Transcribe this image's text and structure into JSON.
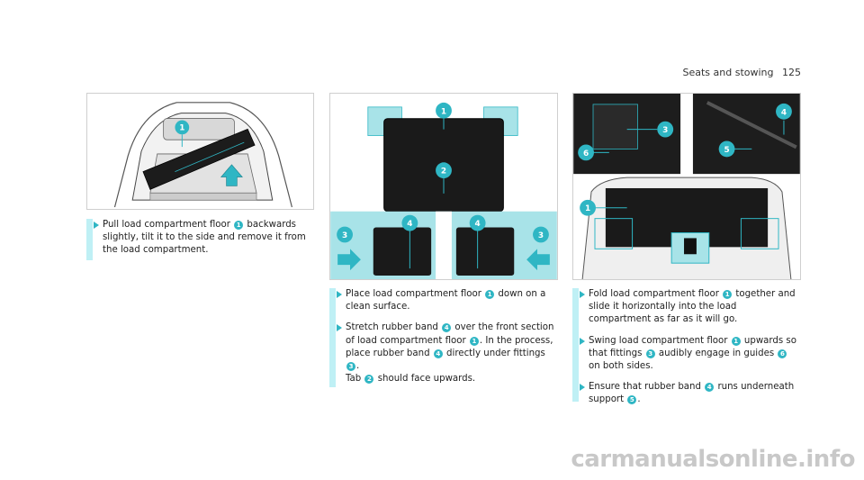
{
  "header": {
    "section": "Seats and stowing",
    "page": "125"
  },
  "figures": {
    "left": {
      "callouts": [
        "1"
      ]
    },
    "middle": {
      "callouts": [
        "1",
        "2",
        "3",
        "4",
        "4",
        "3"
      ]
    },
    "right": {
      "callouts": [
        "4",
        "3",
        "6",
        "5",
        "1"
      ]
    }
  },
  "columns": [
    {
      "steps": [
        {
          "parts": [
            {
              "t": "Pull load compartment floor "
            },
            {
              "n": "1"
            },
            {
              "t": " backwards slightly, tilt it to the side and remove it from the load compartment."
            }
          ]
        }
      ]
    },
    {
      "steps": [
        {
          "parts": [
            {
              "t": "Place load compartment floor "
            },
            {
              "n": "1"
            },
            {
              "t": " down on a clean surface."
            }
          ]
        },
        {
          "parts": [
            {
              "t": "Stretch rubber band "
            },
            {
              "n": "4"
            },
            {
              "t": " over the front section of load compartment floor "
            },
            {
              "n": "1"
            },
            {
              "t": ". In the process, place rubber band "
            },
            {
              "n": "4"
            },
            {
              "t": " directly under fittings "
            },
            {
              "n": "3"
            },
            {
              "t": "."
            },
            {
              "br": true
            },
            {
              "t": "Tab "
            },
            {
              "n": "2"
            },
            {
              "t": " should face upwards."
            }
          ]
        }
      ]
    },
    {
      "steps": [
        {
          "parts": [
            {
              "t": "Fold load compartment floor "
            },
            {
              "n": "1"
            },
            {
              "t": " together and slide it horizontally into the load compartment as far as it will go."
            }
          ]
        },
        {
          "parts": [
            {
              "t": "Swing load compartment floor "
            },
            {
              "n": "1"
            },
            {
              "t": " upwards so that fittings "
            },
            {
              "n": "3"
            },
            {
              "t": " audibly engage in guides "
            },
            {
              "n": "6"
            },
            {
              "t": " on both sides."
            }
          ]
        },
        {
          "parts": [
            {
              "t": "Ensure that rubber band "
            },
            {
              "n": "4"
            },
            {
              "t": " runs underneath support "
            },
            {
              "n": "5"
            },
            {
              "t": "."
            }
          ]
        }
      ]
    }
  ],
  "watermark": "carmanualsonline.info",
  "colors": {
    "accent": "#2fb6c4",
    "bar": "#bff0f5",
    "teal_bg": "#a8e3e8"
  }
}
